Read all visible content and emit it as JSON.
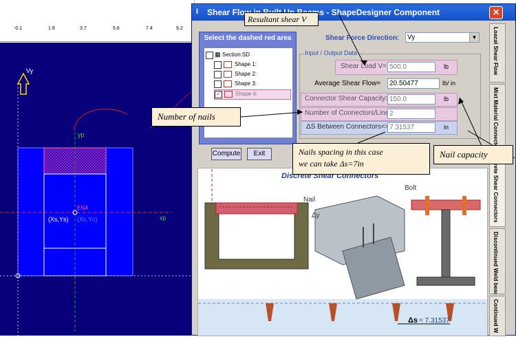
{
  "ruler": {
    "ticks": [
      "-0.1",
      "1.8",
      "3.7",
      "5.6",
      "7.4",
      "9.2"
    ]
  },
  "canvas": {
    "vy_label": "Vy",
    "yp_label": "yp",
    "xp_label": "xp",
    "ena_label": "ENA",
    "xs_label": "(Xs,Ys)",
    "xc_label": "(Xc,Yc)"
  },
  "window": {
    "title": "Shear Flow in Built Up Beams - ShapeDesigner Component",
    "close": "✕",
    "app_icon": "I"
  },
  "left_panel": {
    "title": "Select the dashed red area",
    "tree": [
      {
        "label": "Section:SD"
      },
      {
        "label": "Shape 1:"
      },
      {
        "label": "Shape 2:"
      },
      {
        "label": "Shape 3:"
      },
      {
        "label": "Shape 4:"
      }
    ]
  },
  "shear_direction": {
    "label": "Shear Force Direction:",
    "value": "Vy"
  },
  "group_label": "Input / Output Data",
  "fields": {
    "shear_load": {
      "label": "Shear Load V=",
      "value": "500.0",
      "unit": "lb"
    },
    "avg_flow": {
      "label": "Average Shear Flow=",
      "value": "20.50477",
      "unit": "lb/ in"
    },
    "connector_capacity": {
      "label": "Connector Shear Capacity>=",
      "value": "150.0",
      "unit": "lb"
    },
    "connectors_per_line": {
      "label": "Number of Connectors/Line=",
      "value": "2"
    },
    "spacing": {
      "label": "ΔS  Between Connectors<=",
      "value": "7.31537",
      "unit": "in"
    }
  },
  "buttons": {
    "compute": "Compute",
    "exit": "Exit"
  },
  "tabs": [
    "Loacal Shear Flow",
    "Mixt Material Connector",
    "Discrete Shear Connectors",
    "Discontinued Weld bead",
    "Continued W"
  ],
  "diagram": {
    "title": "Discrete Shear Connectors",
    "nail_label": "Nail",
    "bolt_label": "Bolt",
    "dy_label": "Δy",
    "ds_label": "Δs",
    "ds_value": "= 7.31537"
  },
  "annotations": {
    "resultant": "Resultant shear V",
    "nails": "Number of nails",
    "spacing_line1": "Nails spacing in this case",
    "spacing_line2": "we can take Δs=7in",
    "capacity": "Nail capacity"
  },
  "colors": {
    "canvas_bg": "#08007a",
    "section_blue": "#0000ff",
    "hatch": "#c0307a",
    "callout_bg": "#fbefd7",
    "pink_field": "#e9c9e2",
    "blue_field": "#c9d3ee"
  }
}
